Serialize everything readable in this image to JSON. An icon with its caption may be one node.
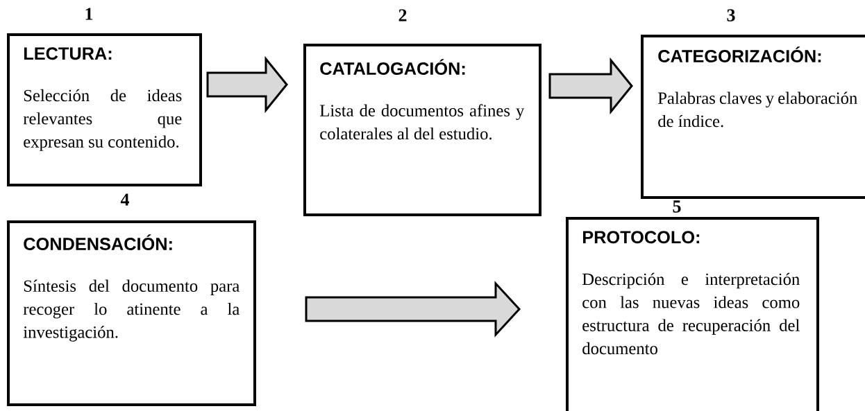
{
  "diagram": {
    "nodes": [
      {
        "text": [
          "LECTURA:",
          "Selección de ideas relevantes que expresan su contenido."
        ],
        "beside": [
          "1"
        ]
      },
      {
        "text": [
          "CATALOGACIÓN:",
          "Lista de documentos afines y colaterales al del estudio."
        ],
        "beside": [
          "2"
        ]
      },
      {
        "text": [
          "CATEGORIZACIÓN:",
          "Palabras claves y elaboración de índice."
        ],
        "beside": [
          "3"
        ]
      },
      {
        "text": [
          "CONDENSACIÓN:",
          "Síntesis del documento para recoger lo atinente a la investigación."
        ],
        "beside": [
          "4"
        ]
      },
      {
        "text": [
          "PROTOCOLO:",
          "Descripción e interpretación con las nuevas ideas como estructura de recuperación del documento"
        ],
        "beside": [
          "5"
        ]
      }
    ],
    "edges": [
      {
        "from": 0,
        "to": 1,
        "arrow": "to"
      },
      {
        "from": 1,
        "to": 2,
        "arrow": "to"
      },
      {
        "from": 3,
        "to": 4,
        "arrow": "to"
      }
    ]
  }
}
